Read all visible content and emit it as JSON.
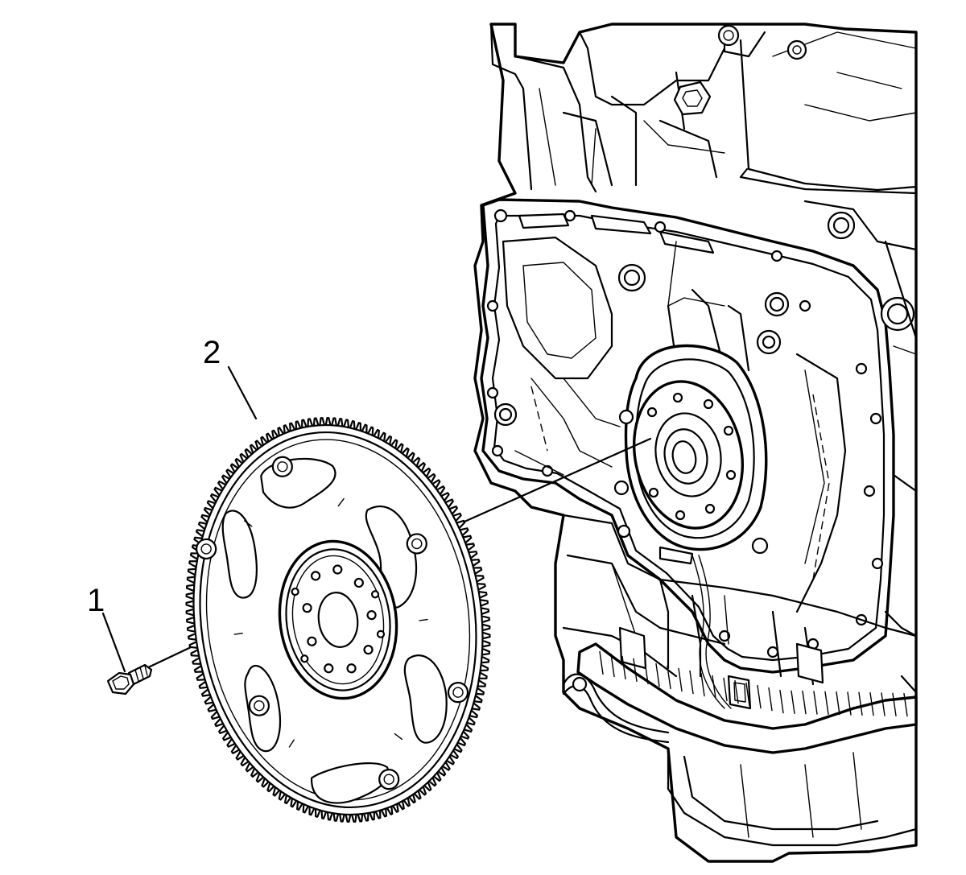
{
  "callouts": {
    "bolt_number": "1",
    "flywheel_number": "2"
  },
  "colors": {
    "ink": "#000000",
    "paper": "#ffffff"
  },
  "flywheel": {
    "teeth_count": 150
  }
}
